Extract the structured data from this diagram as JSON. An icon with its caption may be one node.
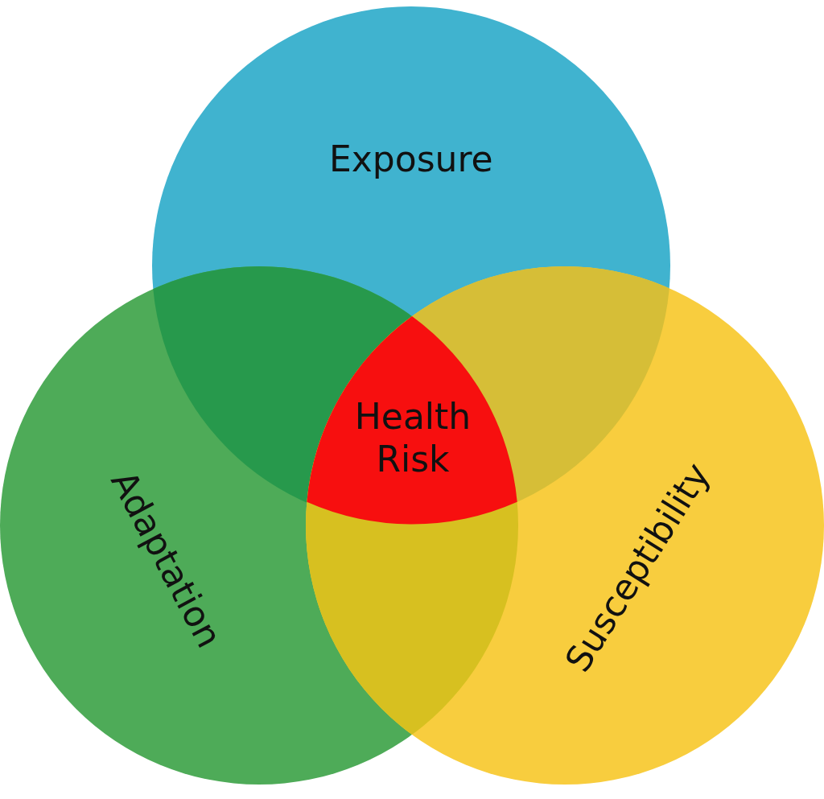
{
  "diagram": {
    "nodes": [
      {
        "text": [
          "Exposure"
        ]
      },
      {
        "text": [
          "Health Risk"
        ]
      },
      {
        "text": [
          "Adaptation"
        ]
      },
      {
        "text": [
          "Susceptibility"
        ]
      }
    ]
  }
}
